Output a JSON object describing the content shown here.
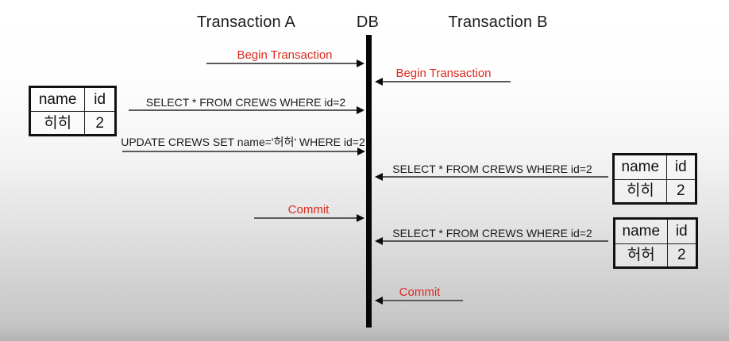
{
  "headers": {
    "left": "Transaction A",
    "center": "DB",
    "right": "Transaction B"
  },
  "colors": {
    "label_red": "#dd2a1f",
    "sql_black": "#1c1c1c",
    "arrow_line": "#5a5a5a",
    "timeline": "#070707"
  },
  "messages": [
    {
      "label": "Begin Transaction",
      "from": "Transaction A",
      "to": "DB",
      "style": "red"
    },
    {
      "label": "Begin Transaction",
      "from": "Transaction B",
      "to": "DB",
      "style": "red"
    },
    {
      "label": "SELECT * FROM CREWS WHERE id=2",
      "from": "Transaction A",
      "to": "DB",
      "style": "sql"
    },
    {
      "label": "UPDATE CREWS SET name='허허' WHERE id=2",
      "from": "Transaction A",
      "to": "DB",
      "style": "sql"
    },
    {
      "label": "SELECT * FROM CREWS WHERE id=2",
      "from": "Transaction B",
      "to": "DB",
      "style": "sql"
    },
    {
      "label": "Commit",
      "from": "Transaction A",
      "to": "DB",
      "style": "red"
    },
    {
      "label": "SELECT * FROM CREWS WHERE id=2",
      "from": "Transaction B",
      "to": "DB",
      "style": "sql"
    },
    {
      "label": "Commit",
      "from": "Transaction B",
      "to": "DB",
      "style": "red"
    }
  ],
  "tables": {
    "left": {
      "headers": [
        "name",
        "id"
      ],
      "rows": [
        [
          "히히",
          "2"
        ]
      ]
    },
    "right_top": {
      "headers": [
        "name",
        "id"
      ],
      "rows": [
        [
          "히히",
          "2"
        ]
      ]
    },
    "right_bottom": {
      "headers": [
        "name",
        "id"
      ],
      "rows": [
        [
          "허허",
          "2"
        ]
      ]
    }
  }
}
